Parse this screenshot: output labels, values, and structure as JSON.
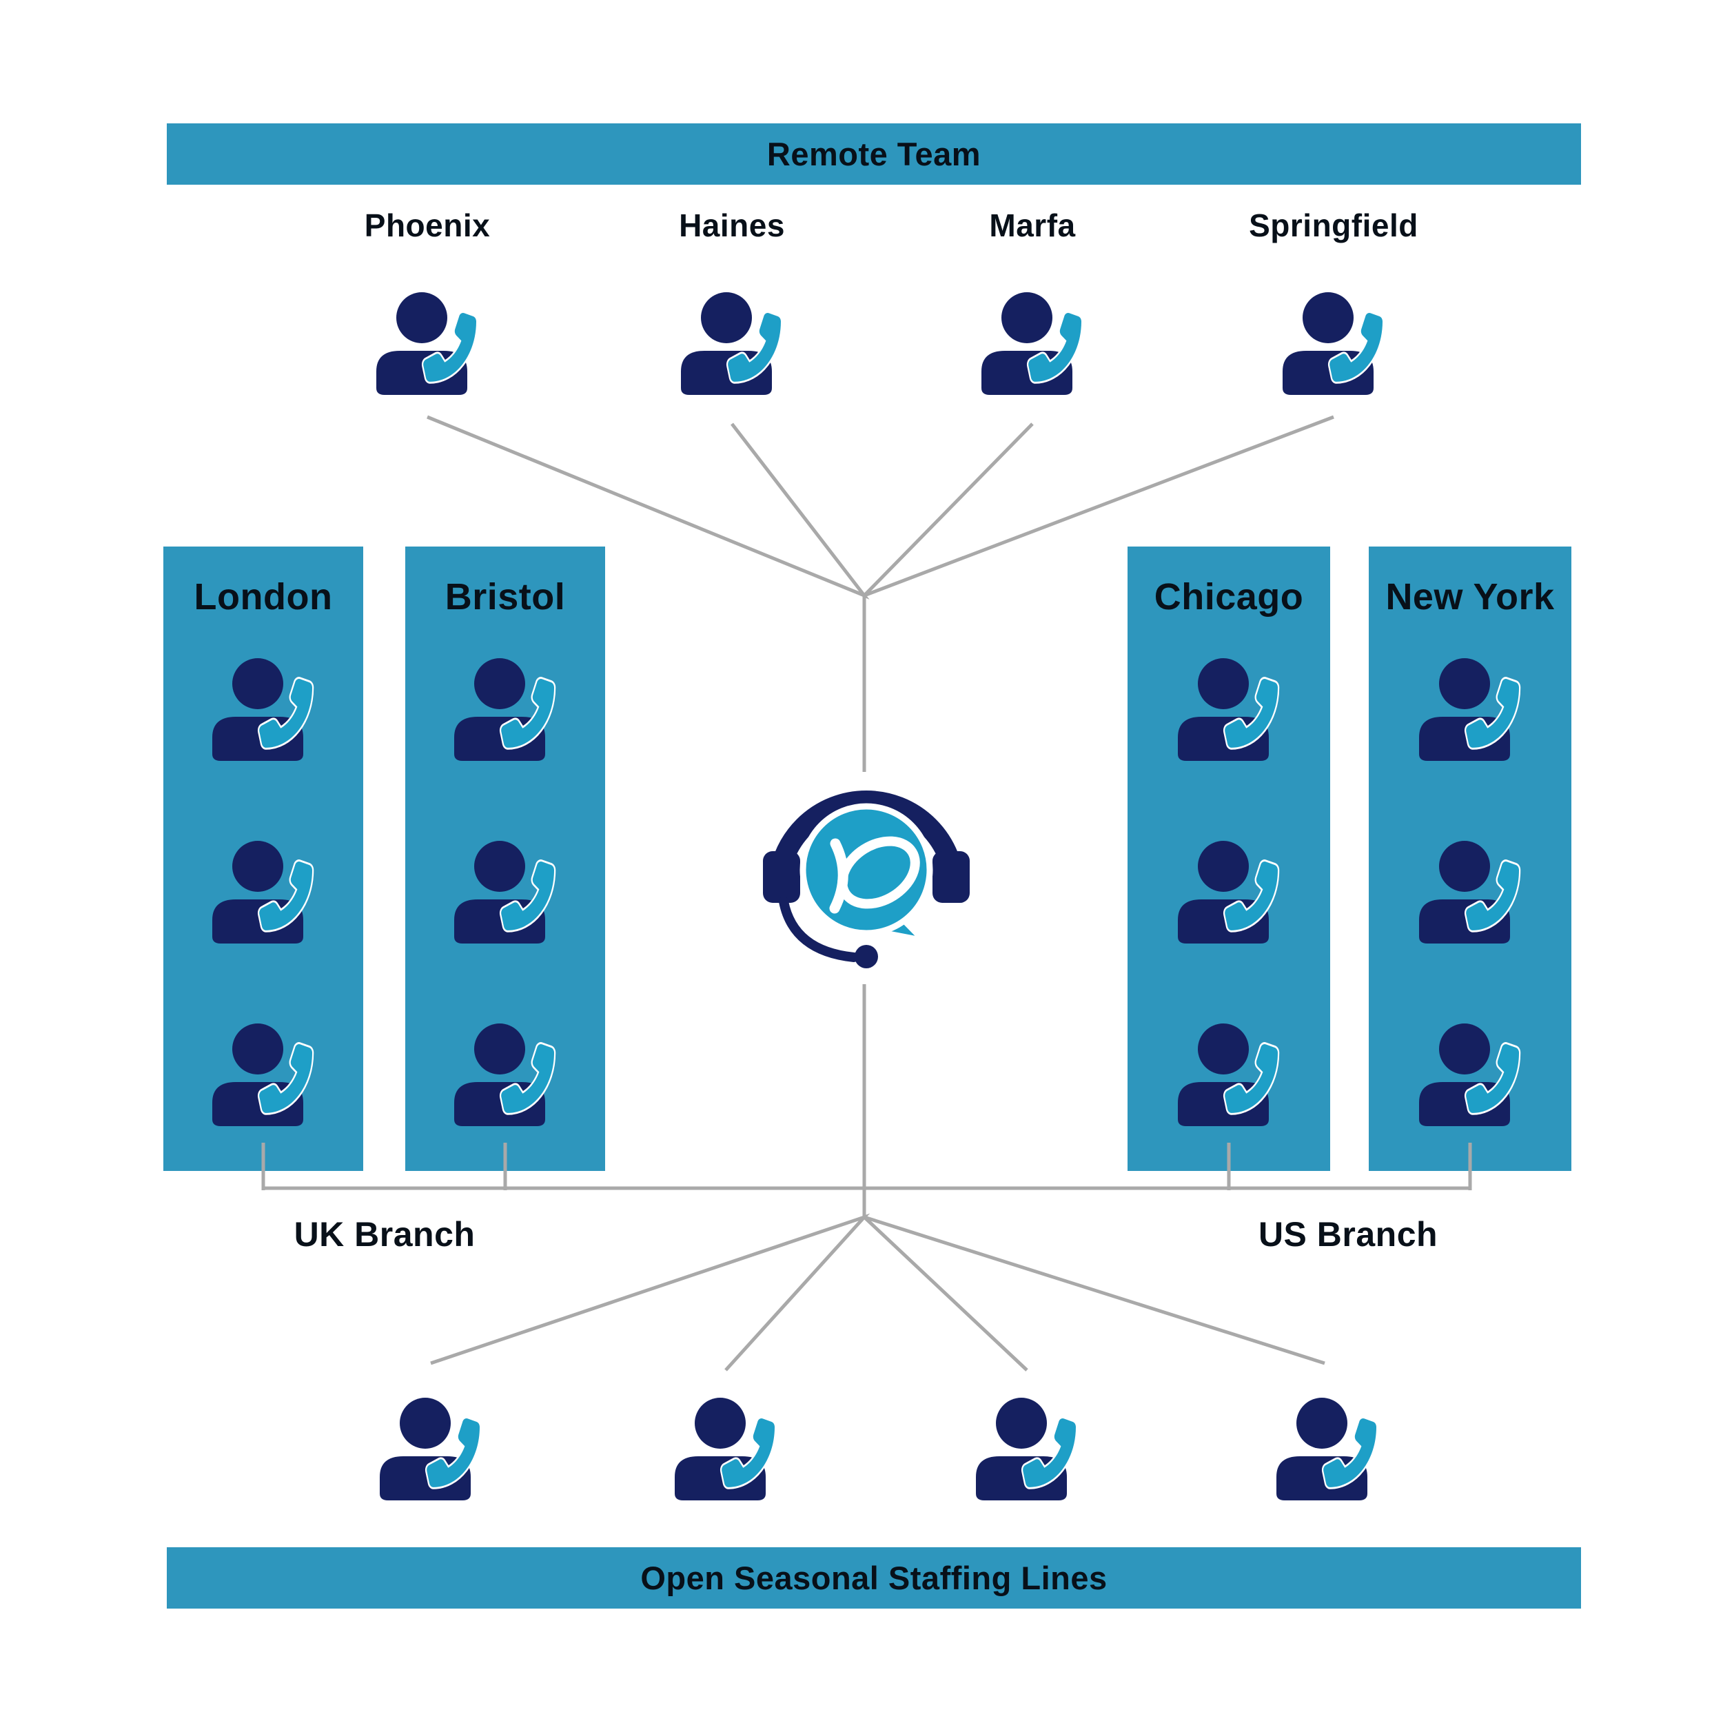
{
  "banners": {
    "top": "Remote Team",
    "bottom": "Open Seasonal Staffing Lines"
  },
  "remote_team": {
    "locations": [
      "Phoenix",
      "Haines",
      "Marfa",
      "Springfield"
    ],
    "agent_count": 4
  },
  "uk_branch": {
    "label": "UK Branch",
    "offices": [
      {
        "name": "London",
        "agents": 3
      },
      {
        "name": "Bristol",
        "agents": 3
      }
    ]
  },
  "us_branch": {
    "label": "US Branch",
    "offices": [
      {
        "name": "Chicago",
        "agents": 3
      },
      {
        "name": "New York",
        "agents": 3
      }
    ]
  },
  "seasonal": {
    "agent_count": 4
  },
  "icons": {
    "agent": "person-with-phone-icon",
    "center": "headset-chat-bubble-logo"
  },
  "colors": {
    "teal": "#2E96BD",
    "navy": "#152060",
    "cyan": "#1E9FC7",
    "line_gray": "#A9A9A9",
    "text": "#081019",
    "white": "#FFFFFF"
  }
}
